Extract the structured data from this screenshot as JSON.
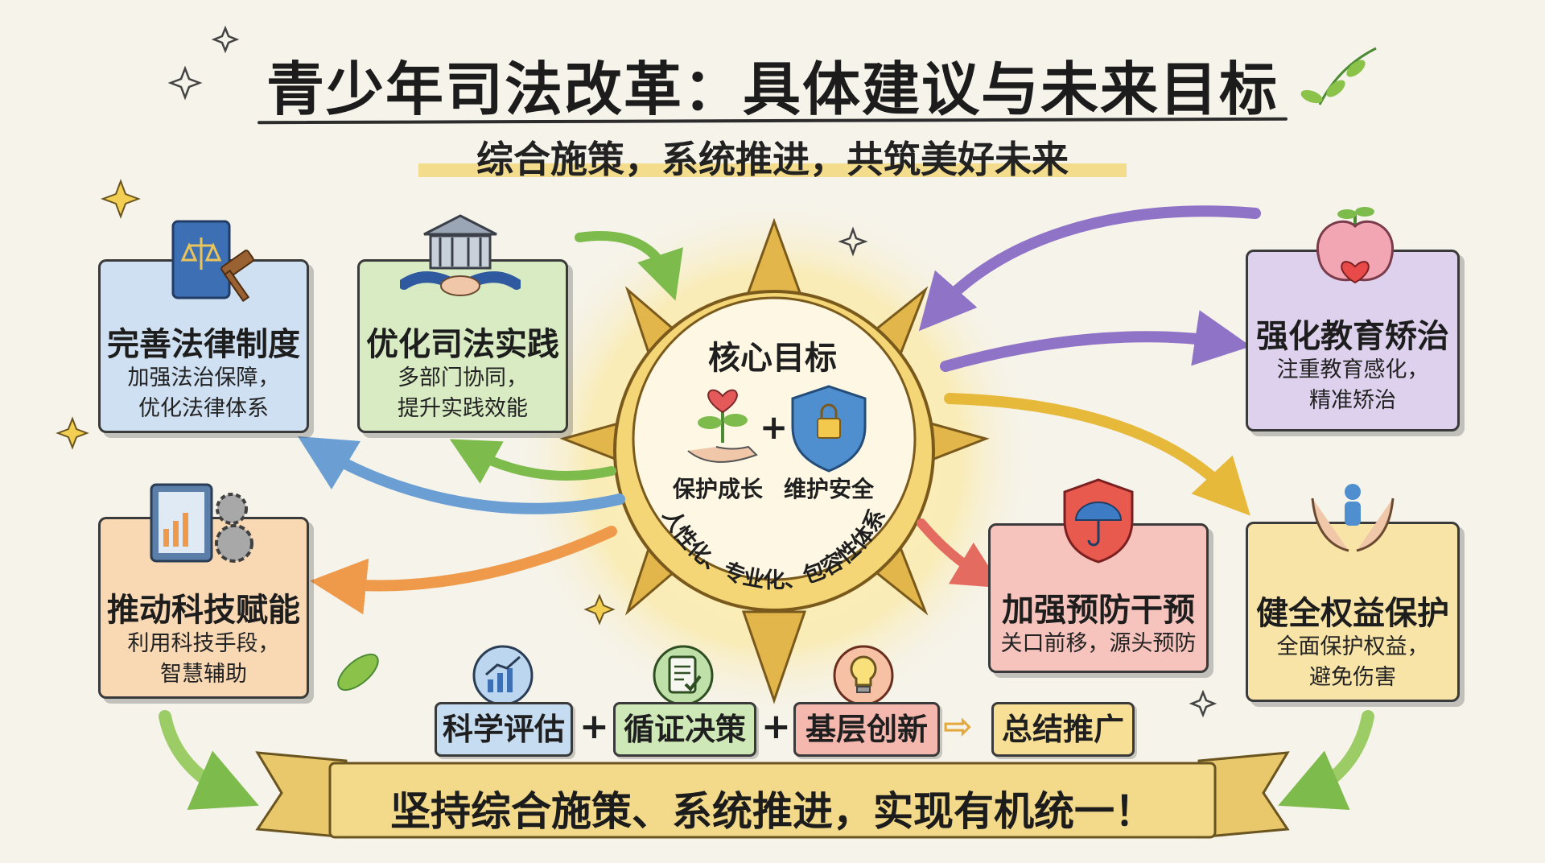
{
  "title": "青少年司法改革：具体建议与未来目标",
  "subtitle": "综合施策，系统推进，共筑美好未来",
  "cards": {
    "legal_system": {
      "title": "完善法律制度",
      "desc": [
        "加强法治保障，",
        "优化法律体系"
      ],
      "icon": "law-book-gavel-icon"
    },
    "judicial_practice": {
      "title": "优化司法实践",
      "desc": [
        "多部门协同，",
        "提升实践效能"
      ],
      "icon": "courthouse-handshake-icon"
    },
    "education": {
      "title": "强化教育矫治",
      "desc": [
        "注重教育感化，",
        "精准矫治"
      ],
      "icon": "brain-heart-sprout-icon"
    },
    "technology": {
      "title": "推动科技赋能",
      "desc": [
        "利用科技手段，",
        "智慧辅助"
      ],
      "icon": "tablet-gears-icon"
    },
    "prevention": {
      "title": "加强预防干预",
      "desc": [
        "关口前移，源头预防"
      ],
      "icon": "shield-umbrella-icon"
    },
    "rights": {
      "title": "健全权益保护",
      "desc": [
        "全面保护权益，",
        "避免伤害"
      ],
      "icon": "hands-child-icon"
    }
  },
  "core": {
    "title": "核心目标",
    "left_label": "保护成长",
    "right_label": "维护安全",
    "plus": "+",
    "arc_text": "人性化、专业化、包容性体系"
  },
  "process": {
    "steps": [
      "科学评估",
      "循证决策",
      "基层创新",
      "总结推广"
    ],
    "plus": "+",
    "arrow": "⇨",
    "icons": [
      "chart-icon",
      "checklist-icon",
      "lightbulb-icon"
    ]
  },
  "banner": "坚持综合施策、系统推进，实现有机统一！",
  "colors": {
    "blue": "#cfe0f2",
    "green": "#d8ebc2",
    "purple": "#ddd1ee",
    "orange": "#f9d8b4",
    "red": "#f6c4bd",
    "yellow": "#f8e4a6",
    "compass_gold": "#e2b64a",
    "banner": "#f3d98a"
  }
}
